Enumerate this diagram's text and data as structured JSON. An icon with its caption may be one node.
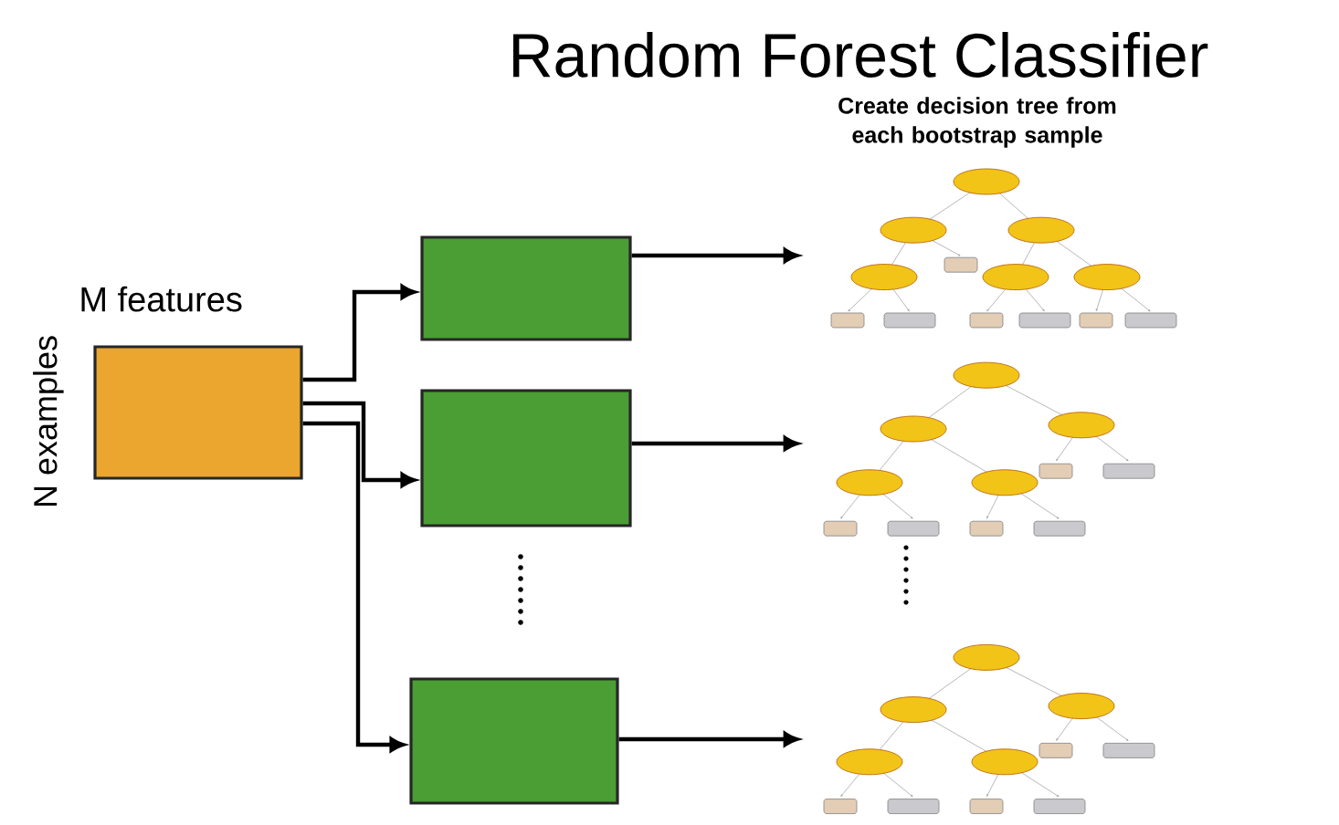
{
  "diagram": {
    "title": "Random Forest Classifier",
    "nodes": [
      {
        "text": [],
        "shape": "box",
        "beside": [
          "M features",
          "N examples"
        ]
      },
      {
        "text": [],
        "shape": "box"
      },
      {
        "text": [],
        "shape": "box"
      },
      {
        "text": [],
        "shape": "box"
      },
      {
        "text": [],
        "shape": "picture"
      },
      {
        "text": [],
        "shape": "picture"
      },
      {
        "text": [],
        "shape": "picture"
      }
    ],
    "edges": [
      {
        "from": 0,
        "to": 1,
        "arrow": "to"
      },
      {
        "from": 0,
        "to": 2,
        "arrow": "to"
      },
      {
        "from": 0,
        "to": 3,
        "arrow": "to"
      },
      {
        "from": 1,
        "to": 4,
        "arrow": "to"
      },
      {
        "from": 2,
        "to": 5,
        "arrow": "to"
      },
      {
        "from": 3,
        "to": 6,
        "arrow": "to"
      }
    ],
    "labels": [
      "Create decision tree from each bootstrap sample"
    ]
  }
}
